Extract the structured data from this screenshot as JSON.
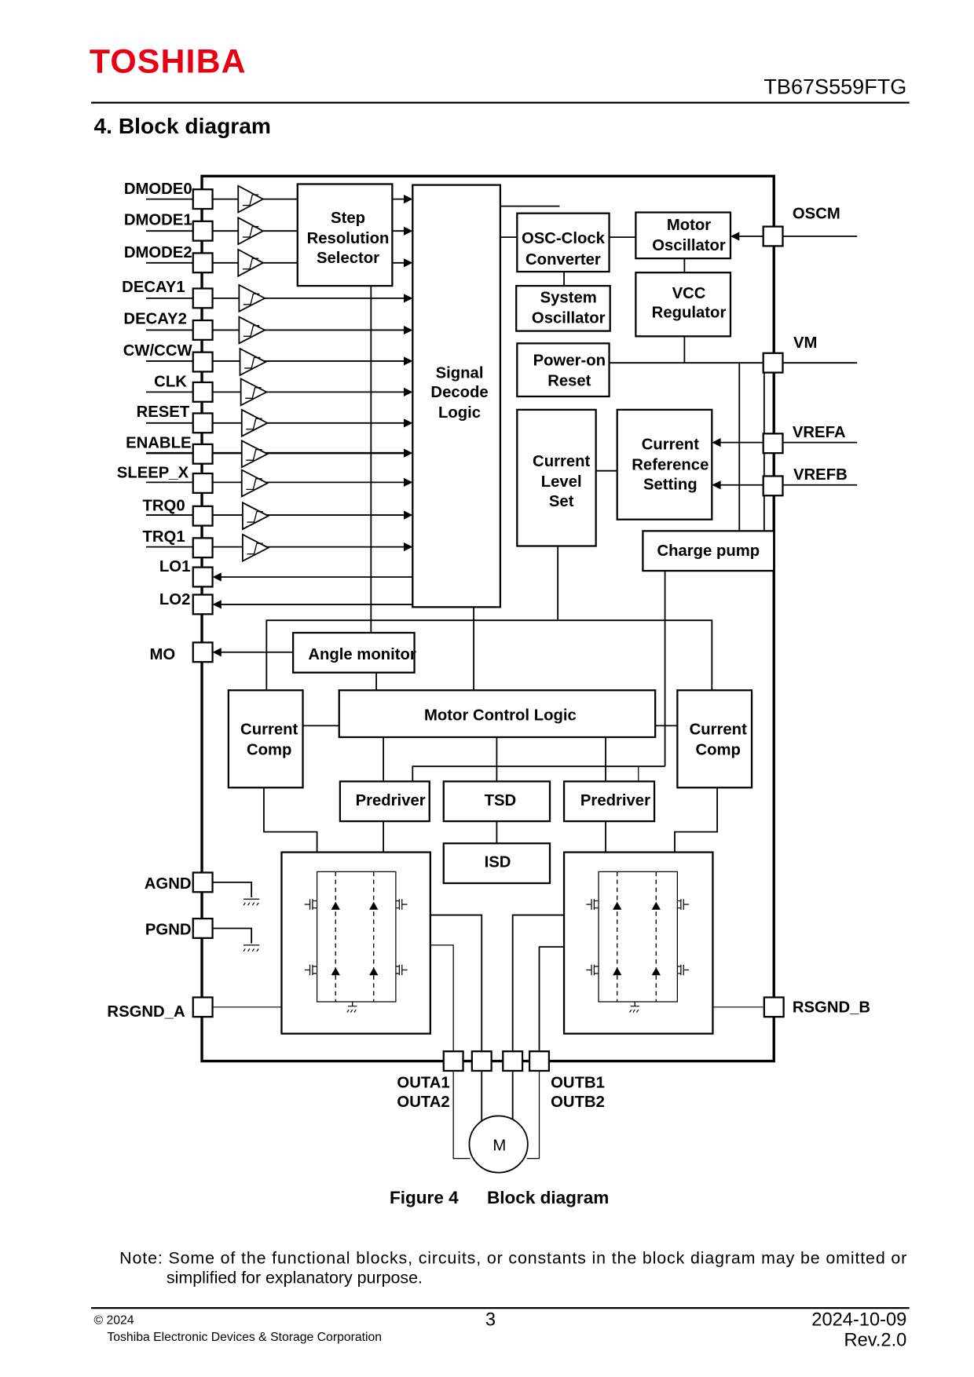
{
  "header": {
    "brand": "TOSHIBA",
    "brand_color": "#e60012",
    "part_number": "TB67S559FTG"
  },
  "section": {
    "title": "4. Block diagram"
  },
  "diagram": {
    "left_pins": {
      "inputs": [
        "DMODE0",
        "DMODE1",
        "DMODE2",
        "DECAY1",
        "DECAY2",
        "CW/CCW",
        "CLK",
        "RESET",
        "ENABLE",
        "SLEEP_X",
        "TRQ0",
        "TRQ1"
      ],
      "outputs": [
        "LO1",
        "LO2"
      ],
      "mo": "MO",
      "agnd": "AGND",
      "pgnd": "PGND",
      "rsgnd_a": "RSGND_A"
    },
    "right_pins": {
      "oscm": "OSCM",
      "vm": "VM",
      "vrefa": "VREFA",
      "vrefb": "VREFB",
      "rsgnd_b": "RSGND_B"
    },
    "bottom_pins": {
      "outa1": "OUTA1",
      "outa2": "OUTA2",
      "outb1": "OUTB1",
      "outb2": "OUTB2"
    },
    "blocks": {
      "step_resolution": [
        "Step",
        "Resolution",
        "Selector"
      ],
      "signal_decode": [
        "Signal",
        "Decode",
        "Logic"
      ],
      "osc_clock": [
        "OSC-Clock",
        "Converter"
      ],
      "motor_osc": [
        "Motor",
        "Oscillator"
      ],
      "system_osc": [
        "System",
        "Oscillator"
      ],
      "vcc_reg": [
        "VCC",
        "Regulator"
      ],
      "por": [
        "Power-on",
        "Reset"
      ],
      "current_level": [
        "Current",
        "Level",
        "Set"
      ],
      "current_ref": [
        "Current",
        "Reference",
        "Setting"
      ],
      "charge_pump": "Charge pump",
      "angle_monitor": "Angle monitor",
      "motor_control": "Motor Control Logic",
      "current_comp_a": [
        "Current",
        "Comp"
      ],
      "current_comp_b": [
        "Current",
        "Comp"
      ],
      "predriver_a": "Predriver",
      "predriver_b": "Predriver",
      "tsd": "TSD",
      "isd": "ISD",
      "motor": "M"
    }
  },
  "figure_caption": {
    "number": "Figure 4",
    "title": "Block diagram"
  },
  "note": {
    "line1": "Note: Some of the functional blocks, circuits, or constants in the block diagram may be omitted or",
    "line2": "simplified for explanatory purpose."
  },
  "footer": {
    "copyright": "© 2024",
    "company": "Toshiba Electronic Devices & Storage Corporation",
    "page": "3",
    "date": "2024-10-09",
    "revision": "Rev.2.0"
  }
}
